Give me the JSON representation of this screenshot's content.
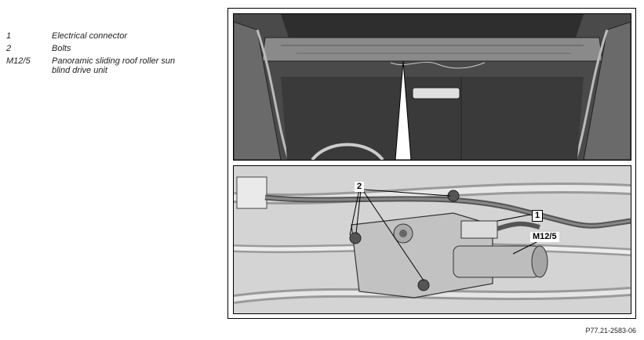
{
  "legend": [
    {
      "key": "1",
      "desc": "Electrical connector"
    },
    {
      "key": "2",
      "desc": "Bolts"
    },
    {
      "key": "M12/5",
      "desc": "Panoramic sliding roof roller sun blind drive unit"
    }
  ],
  "callouts": {
    "bolts": "2",
    "connector": "1",
    "drive_unit": "M12/5"
  },
  "figure_reference": "P77.21-2583-06"
}
